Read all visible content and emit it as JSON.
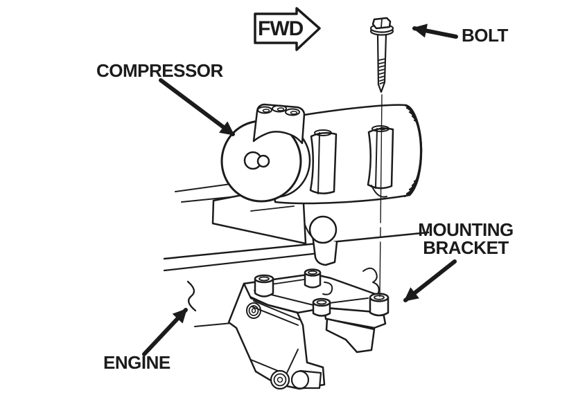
{
  "figure": {
    "type": "technical-line-diagram",
    "subject": "A/C compressor and mounting bracket installation on engine",
    "colors": {
      "background": "#ffffff",
      "ink": "#1b1b1b"
    },
    "labels": {
      "fwd": "FWD",
      "bolt": "BOLT",
      "compressor": "COMPRESSOR",
      "mounting_bracket_line1": "MOUNTING",
      "mounting_bracket_line2": "BRACKET",
      "engine": "ENGINE"
    }
  }
}
